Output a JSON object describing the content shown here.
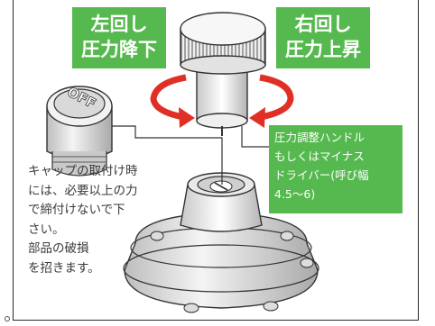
{
  "labels": {
    "left_turn": [
      "左回し",
      "圧力降下"
    ],
    "right_turn": [
      "右回し",
      "圧力上昇"
    ],
    "handle": [
      "圧力調整ハンドル",
      "もしくはマイナス",
      "ドライバー(呼び幅",
      "4.5〜6)"
    ]
  },
  "cap": {
    "text": "OFF"
  },
  "note": [
    "キャップの取付け時",
    "には、必要以上の力",
    "で締付けないで下",
    "さい。",
    "部品の破損",
    "を招きます。"
  ],
  "colors": {
    "label_green": "#56b94f",
    "arrow_red": "#e03026",
    "line_gray": "#333333"
  }
}
